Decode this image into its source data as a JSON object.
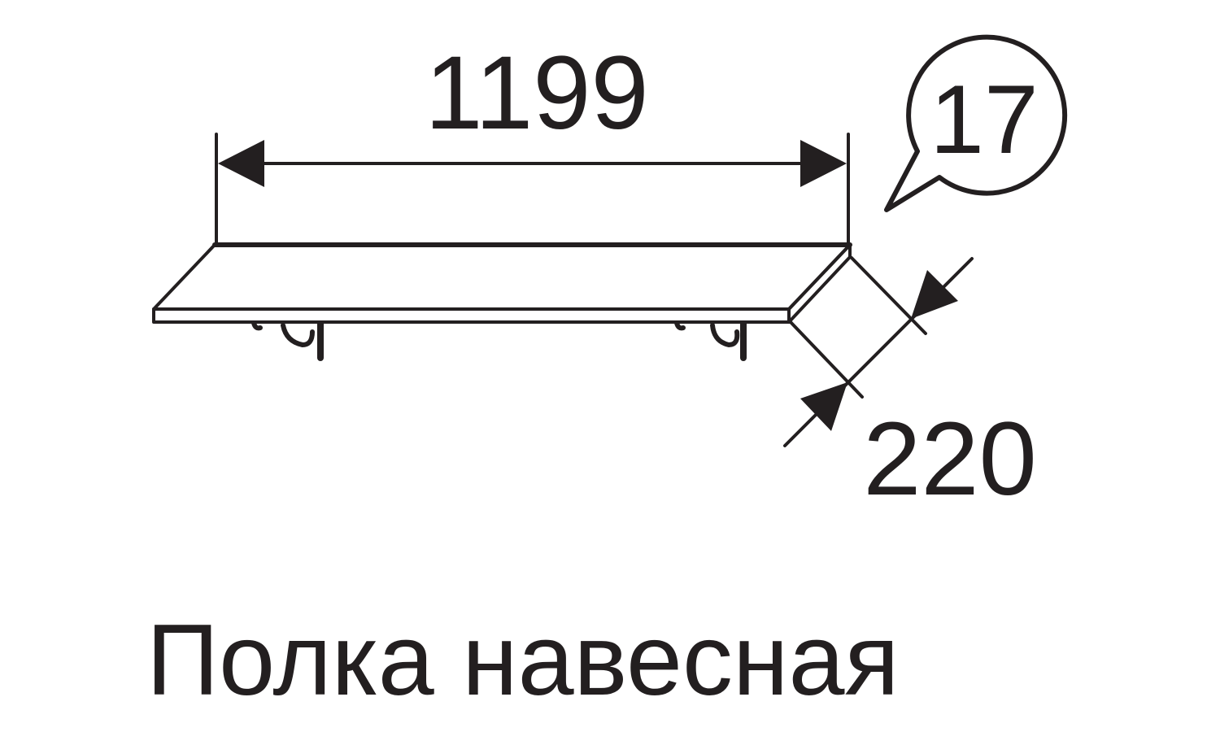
{
  "drawing": {
    "width_label": "1199",
    "depth_label": "220",
    "callout_number": "17",
    "caption": "Полка навесная",
    "line_color": "#231f20",
    "background": "#ffffff"
  }
}
